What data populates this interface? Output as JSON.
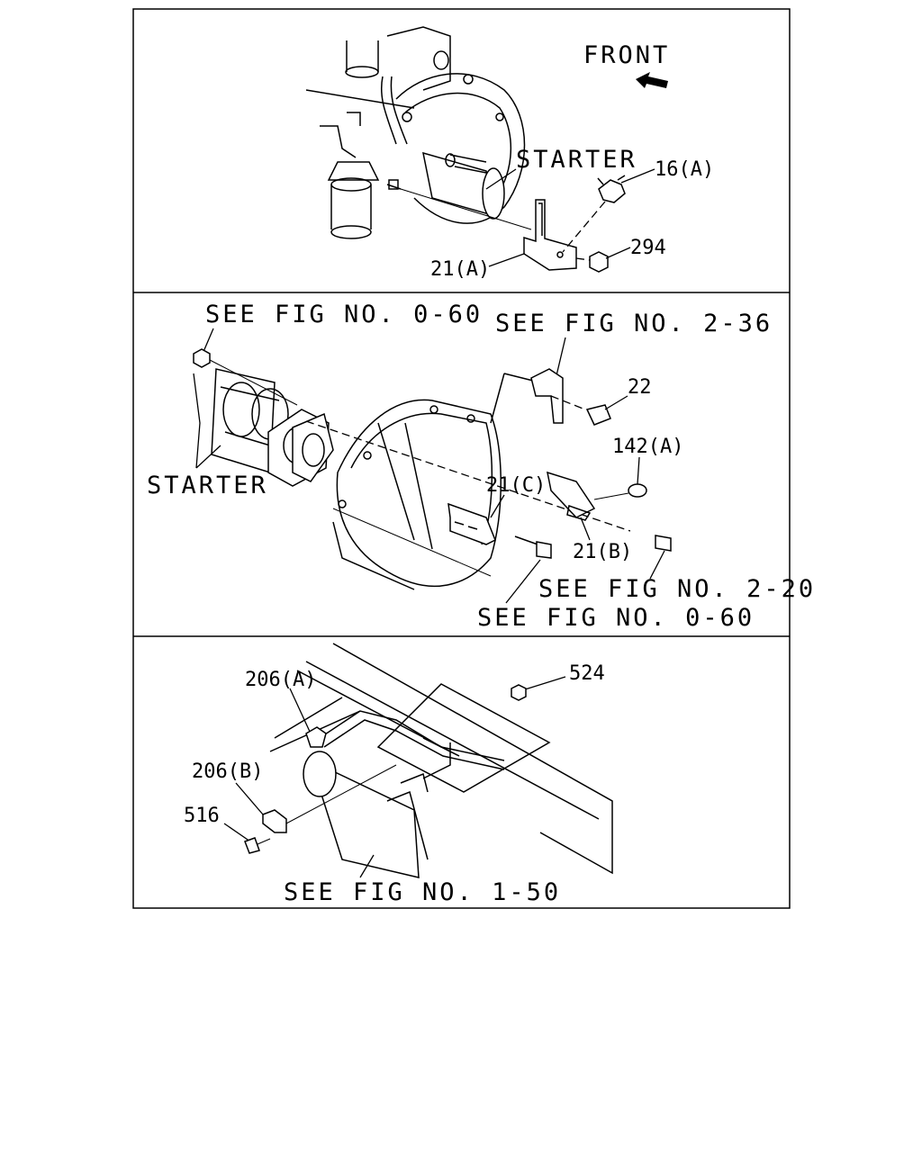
{
  "panels": [
    {
      "id": "top",
      "labels": {
        "front": "FRONT",
        "starter": "STARTER",
        "part_16a": "16(A)",
        "part_294": "294",
        "part_21a": "21(A)"
      }
    },
    {
      "id": "middle",
      "labels": {
        "see_fig_0_60_top": "SEE FIG NO. 0-60",
        "see_fig_2_36": "SEE FIG NO. 2-36",
        "part_22": "22",
        "part_142a": "142(A)",
        "part_21c": "21(C)",
        "starter": "STARTER",
        "part_21b": "21(B)",
        "see_fig_2_20": "SEE FIG NO. 2-20",
        "see_fig_0_60_bottom": "SEE FIG NO. 0-60"
      }
    },
    {
      "id": "bottom",
      "labels": {
        "part_206a": "206(A)",
        "part_524": "524",
        "part_206b": "206(B)",
        "part_516": "516",
        "see_fig_1_50": "SEE FIG NO. 1-50"
      }
    }
  ]
}
